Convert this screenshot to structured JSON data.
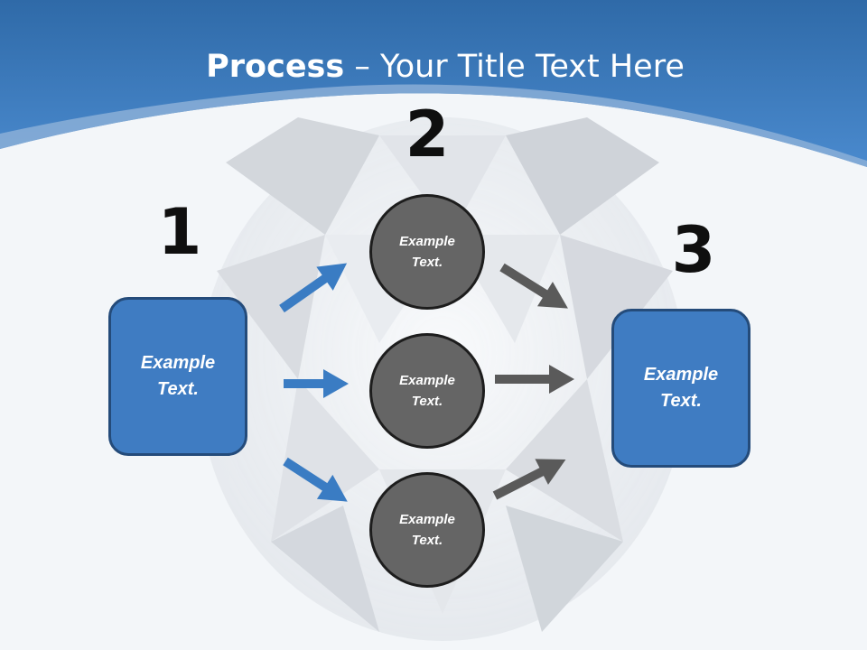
{
  "title": {
    "bold": "Process",
    "rest": " – Your Title Text Here"
  },
  "steps": [
    {
      "number": "1"
    },
    {
      "number": "2"
    },
    {
      "number": "3"
    }
  ],
  "left_box": {
    "text": "Example\nText."
  },
  "right_box": {
    "text": "Example\nText."
  },
  "circles": [
    {
      "text": "Example\nText."
    },
    {
      "text": "Example\nText."
    },
    {
      "text": "Example\nText."
    }
  ],
  "colors": {
    "header_blue": "#3a78b8",
    "box_blue": "#3f7cc2",
    "circle_gray": "#656565",
    "arrow_blue": "#3a7cc3",
    "arrow_gray": "#5a5a5a"
  }
}
